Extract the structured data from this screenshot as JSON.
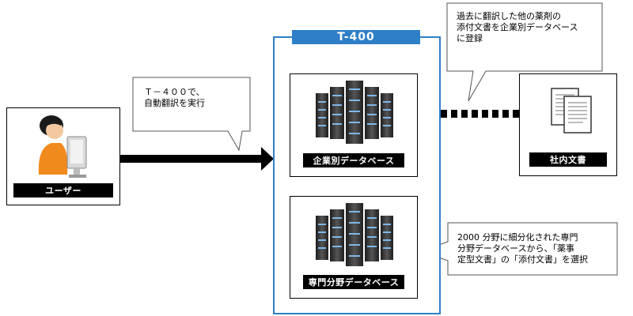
{
  "title": "T-400",
  "user": {
    "label": "ユーザー",
    "icon": "user-at-computer-icon"
  },
  "databases": [
    {
      "label": "企業別データベース",
      "icon": "server-rack-icon"
    },
    {
      "label": "専門分野データベース",
      "icon": "server-rack-icon"
    }
  ],
  "internal_docs": {
    "label": "社内文書",
    "icon": "documents-icon"
  },
  "callouts": {
    "execute": "Ｔ－４００で、\n自動翻訳を実行",
    "register": "過去に翻訳した他の薬剤の\n添付文書を企業別データベース\nに登録",
    "select": "2000 分野に細分化された専門\n分野データベースから、「薬事\n定型文書」の「添付文書」を選択"
  },
  "colors": {
    "accent": "#2f7fc6",
    "label_bg": "#000000",
    "arrow": "#000000"
  }
}
